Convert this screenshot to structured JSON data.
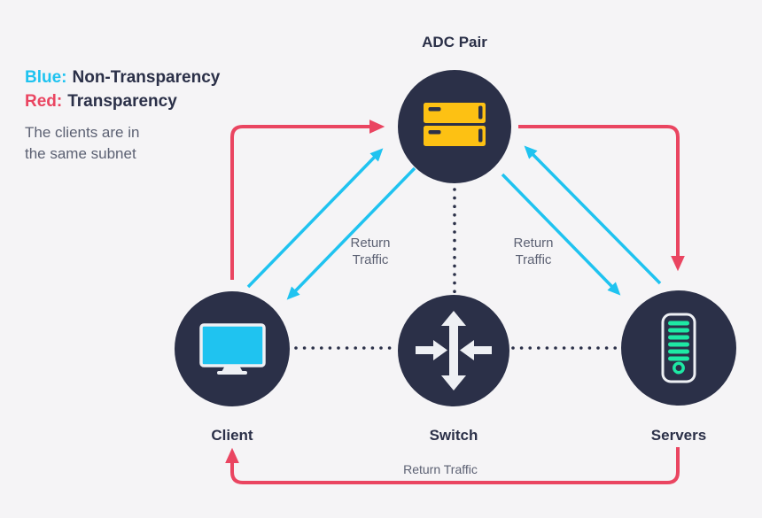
{
  "colors": {
    "background": "#f5f4f6",
    "navy": "#2b3048",
    "cyan": "#1fc3f0",
    "red": "#ea4561",
    "yellow": "#fdc113",
    "green": "#1ee8a4",
    "icon_light": "#eef0f4",
    "gray_text": "#5c6173"
  },
  "legend": {
    "blue_term": "Blue:",
    "blue_label": "Non-Transparency",
    "red_term": "Red:",
    "red_label": "Transparency",
    "note_line1": "The clients are in",
    "note_line2": "the same subnet"
  },
  "nodes": {
    "adc": {
      "label": "ADC Pair",
      "icon": "adc-pair-stack-icon"
    },
    "client": {
      "label": "Client",
      "icon": "monitor-icon"
    },
    "switch": {
      "label": "Switch",
      "icon": "switch-arrows-icon"
    },
    "servers": {
      "label": "Servers",
      "icon": "server-tower-icon"
    }
  },
  "flow_labels": {
    "left_return": {
      "line1": "Return",
      "line2": "Traffic"
    },
    "right_return": {
      "line1": "Return",
      "line2": "Traffic"
    },
    "bottom_return": "Return Traffic"
  },
  "edges": [
    {
      "from": "client",
      "to": "adc",
      "color": "blue",
      "style": "arrow"
    },
    {
      "from": "adc",
      "to": "client",
      "color": "blue",
      "style": "arrow",
      "label": "Return Traffic"
    },
    {
      "from": "servers",
      "to": "adc",
      "color": "blue",
      "style": "arrow",
      "label": "Return Traffic"
    },
    {
      "from": "adc",
      "to": "servers",
      "color": "blue",
      "style": "arrow"
    },
    {
      "from": "client",
      "to": "adc",
      "color": "red",
      "style": "arrow"
    },
    {
      "from": "adc",
      "to": "servers",
      "color": "red",
      "style": "arrow"
    },
    {
      "from": "servers",
      "to": "client",
      "color": "red",
      "style": "arrow",
      "label": "Return Traffic"
    },
    {
      "from": "adc",
      "to": "switch",
      "color": "navy",
      "style": "dotted"
    },
    {
      "from": "client",
      "to": "switch",
      "color": "navy",
      "style": "dotted"
    },
    {
      "from": "switch",
      "to": "servers",
      "color": "navy",
      "style": "dotted"
    }
  ]
}
